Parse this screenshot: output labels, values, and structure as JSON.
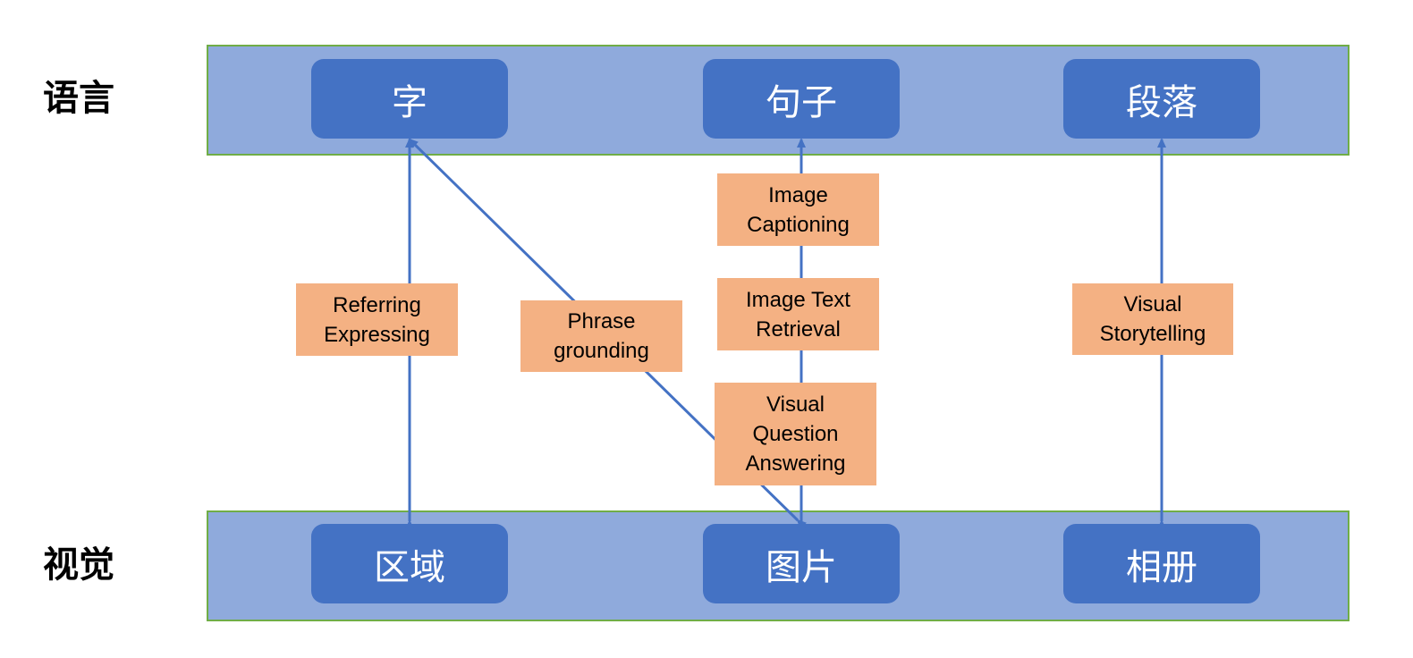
{
  "row_labels": {
    "language": "语言",
    "vision": "视觉"
  },
  "language_nodes": {
    "word": "字",
    "sentence": "句子",
    "paragraph": "段落"
  },
  "vision_nodes": {
    "region": "区域",
    "image": "图片",
    "album": "相册"
  },
  "tasks": {
    "referring_expressing": [
      "Referring",
      "Expressing"
    ],
    "phrase_grounding": [
      "Phrase",
      "grounding"
    ],
    "image_captioning": [
      "Image",
      "Captioning"
    ],
    "image_text_retrieval": [
      "Image Text",
      "Retrieval"
    ],
    "vqa": [
      "Visual",
      "Question",
      "Answering"
    ],
    "visual_storytelling": [
      "Visual",
      "Storytelling"
    ]
  },
  "colors": {
    "band_fill": "#8faadc",
    "band_border": "#70ad47",
    "node_fill": "#4472c4",
    "task_fill": "#f4b183",
    "arrow": "#4472c4"
  }
}
